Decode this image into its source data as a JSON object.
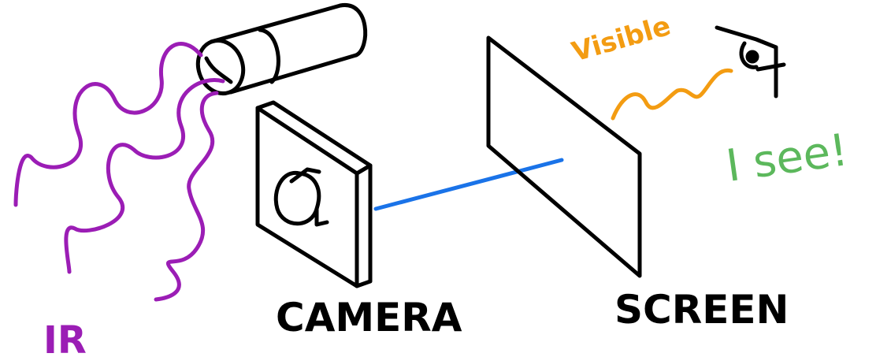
{
  "labels": {
    "camera": "CAMERA",
    "screen": "SCREEN",
    "ir": "IR",
    "visible": "Visible",
    "i_see": "I see!"
  },
  "colors": {
    "ink": "#000000",
    "ir_waves": "#9b1db5",
    "visible_wave": "#f39c12",
    "signal_line": "#1a73e8",
    "i_see_text": "#5cb85c"
  },
  "icons": {
    "ir_source": "ir-emitter-cylinder",
    "camera": "camera-icon",
    "screen": "screen-panel",
    "viewer": "eye-icon"
  }
}
